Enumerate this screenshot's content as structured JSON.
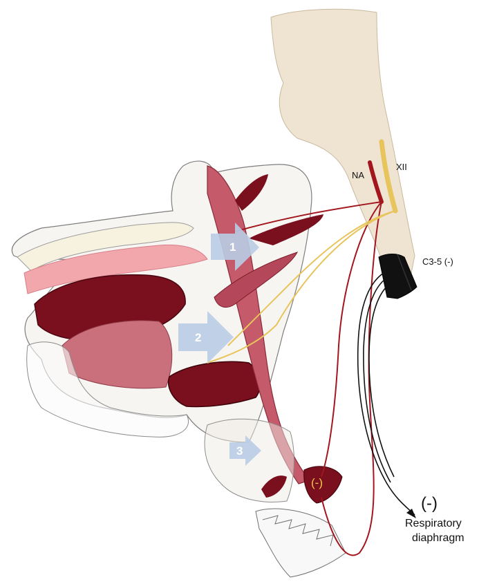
{
  "labels": {
    "nucleus_ambiguus": "NA",
    "hypoglossal": "XII",
    "cervical_roots": "C3-5 (-)",
    "diaphragm_sign": "(-)",
    "diaphragm_line1": "Respiratory",
    "diaphragm_line2": "diaphragm",
    "larynx_sign": "(-)"
  },
  "arrows": [
    "1",
    "2",
    "3"
  ],
  "colors": {
    "brainstem": "#efe3d2",
    "muscle_dark": "#7a0f1e",
    "muscle_mid": "#b5475a",
    "muscle_light": "#f2a7ad",
    "nerve_na": "#a3161e",
    "nerve_xii": "#e8c45c",
    "nerve_cervical": "#111111",
    "arrow_fill": "#b9cde6"
  }
}
